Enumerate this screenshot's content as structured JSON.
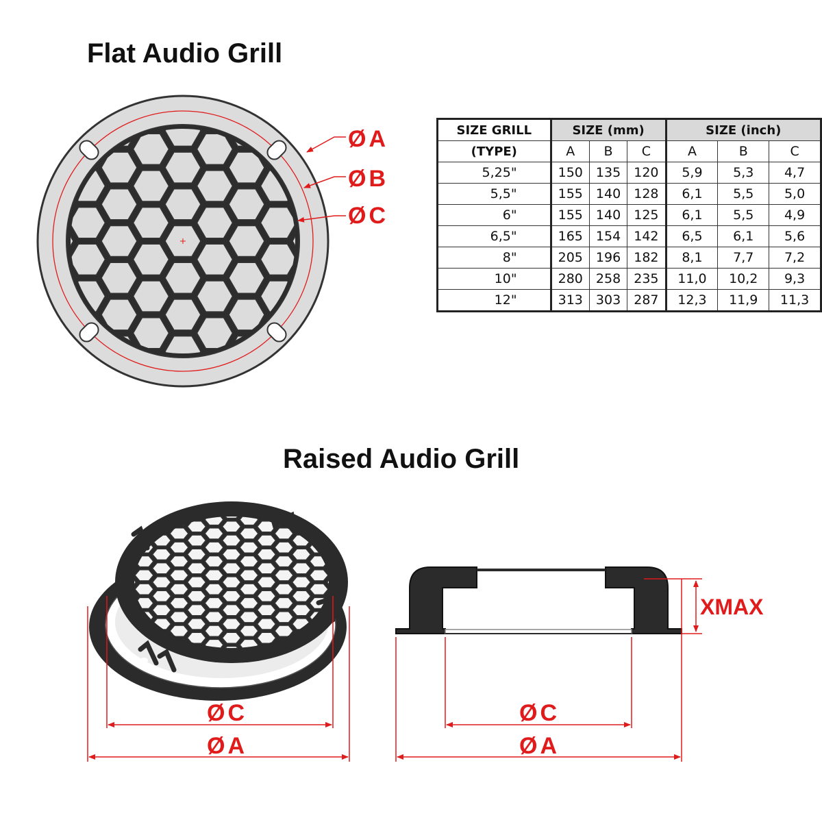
{
  "flat": {
    "title": "Flat Audio Grill",
    "labels": {
      "a": "A",
      "b": "B",
      "c": "C",
      "diameter_symbol": "Ø"
    }
  },
  "table": {
    "header_type_line1": "SIZE GRILL",
    "header_type_line2": "(TYPE)",
    "header_mm": "SIZE (mm)",
    "header_inch": "SIZE (inch)",
    "sub_headers": [
      "A",
      "B",
      "C",
      "A",
      "B",
      "C"
    ],
    "rows": [
      [
        "5,25\"",
        "150",
        "135",
        "120",
        "5,9",
        "5,3",
        "4,7"
      ],
      [
        "5,5\"",
        "155",
        "140",
        "128",
        "6,1",
        "5,5",
        "5,0"
      ],
      [
        "6\"",
        "155",
        "140",
        "125",
        "6,1",
        "5,5",
        "4,9"
      ],
      [
        "6,5\"",
        "165",
        "154",
        "142",
        "6,5",
        "6,1",
        "5,6"
      ],
      [
        "8\"",
        "205",
        "196",
        "182",
        "8,1",
        "7,7",
        "7,2"
      ],
      [
        "10\"",
        "280",
        "258",
        "235",
        "11,0",
        "10,2",
        "9,3"
      ],
      [
        "12\"",
        "313",
        "303",
        "287",
        "12,3",
        "11,9",
        "11,3"
      ]
    ]
  },
  "raised": {
    "title": "Raised Audio Grill",
    "left_labels": {
      "c": "C",
      "a": "A"
    },
    "right_labels": {
      "c": "C",
      "a": "A",
      "xmax": "XMAX"
    }
  },
  "colors": {
    "dimension_red": "#e01b1b",
    "grill_gray": "#dcdcdc",
    "grill_dark": "#2b2b2b"
  }
}
